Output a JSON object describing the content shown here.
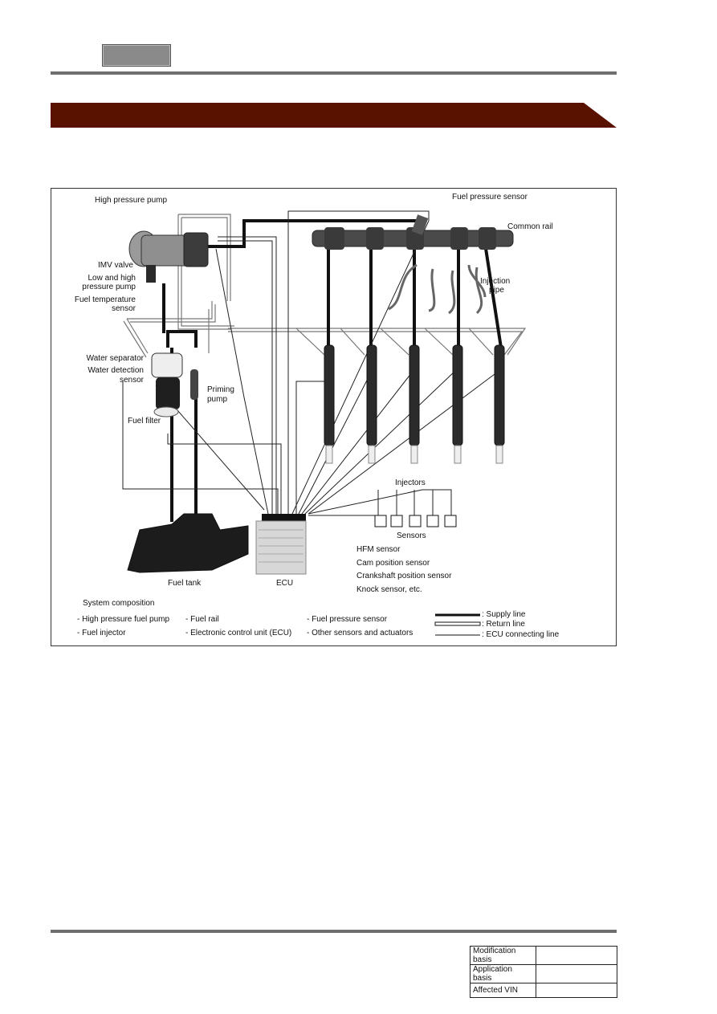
{
  "header": {
    "tab_color": "#8a8a8a",
    "banner_color": "#5a1200"
  },
  "diagram": {
    "labels": {
      "high_pressure_pump": "High pressure pump",
      "imv_valve": "IMV valve",
      "low_high_pump_1": "Low and high",
      "low_high_pump_2": "pressure pump",
      "fuel_temp_1": "Fuel temperature",
      "fuel_temp_2": "sensor",
      "water_separator": "Water separator",
      "water_detection_1": "Water detection",
      "water_detection_2": "sensor",
      "fuel_filter": "Fuel filter",
      "priming_pump_1": "Priming",
      "priming_pump_2": "pump",
      "fuel_tank": "Fuel tank",
      "ecu": "ECU",
      "fuel_pressure_sensor": "Fuel pressure sensor",
      "common_rail": "Common rail",
      "injection_pipe_1": "Injection",
      "injection_pipe_2": "pipe",
      "injectors": "Injectors",
      "sensors": "Sensors"
    },
    "sensor_list": [
      "HFM sensor",
      "Cam position sensor",
      "Crankshaft position sensor",
      "Knock sensor, etc."
    ],
    "system_composition": {
      "title": "System composition",
      "items": [
        "- High pressure fuel pump",
        "- Fuel rail",
        "- Fuel pressure sensor",
        "- Fuel injector",
        "- Electronic control unit (ECU)",
        "- Other sensors and actuators"
      ]
    },
    "legend": {
      "supply": ": Supply line",
      "return": ": Return line",
      "ecu_line": ": ECU connecting line"
    }
  },
  "footer": {
    "rows": [
      {
        "label": "Modification basis",
        "value": ""
      },
      {
        "label": "Application basis",
        "value": ""
      },
      {
        "label": "Affected VIN",
        "value": ""
      }
    ]
  }
}
